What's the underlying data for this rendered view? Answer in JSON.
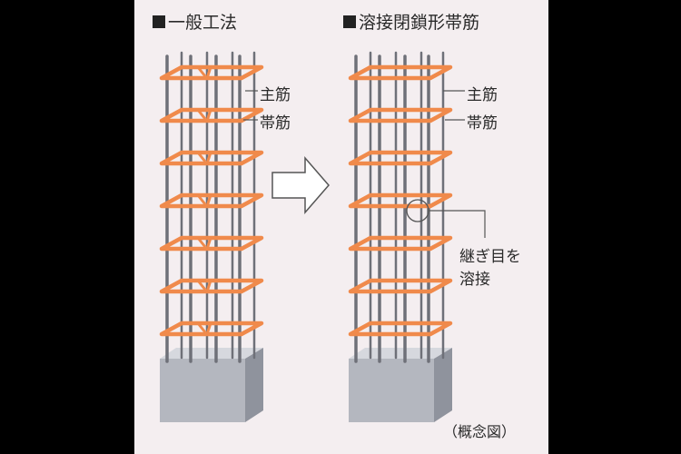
{
  "titles": {
    "left": "一般工法",
    "right": "溶接閉鎖形帯筋"
  },
  "labels": {
    "main_rebar": "主筋",
    "hoop": "帯筋",
    "weld_line1": "継ぎ目を",
    "weld_line2": "溶接",
    "caption": "（概念図）"
  },
  "colors": {
    "background": "#000000",
    "panel": "#f4eef0",
    "hoop": "#f08a4b",
    "rebar": "#6e7078",
    "concrete_front": "#b4b7bf",
    "concrete_top": "#d6d8de",
    "concrete_side": "#8f939d"
  }
}
